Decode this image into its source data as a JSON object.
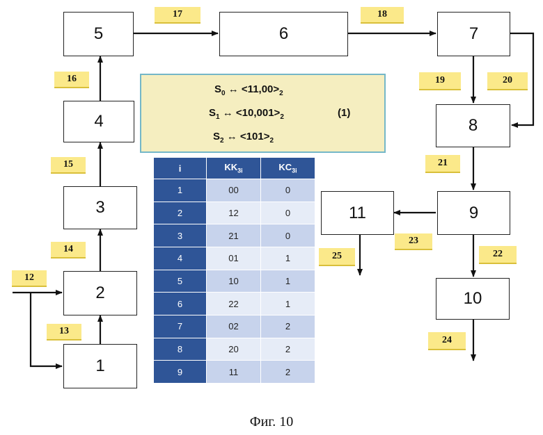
{
  "blocks": {
    "b1": "1",
    "b2": "2",
    "b3": "3",
    "b4": "4",
    "b5": "5",
    "b6": "6",
    "b7": "7",
    "b8": "8",
    "b9": "9",
    "b10": "10",
    "b11": "11"
  },
  "tags": {
    "t12": "12",
    "t13": "13",
    "t14": "14",
    "t15": "15",
    "t16": "16",
    "t17": "17",
    "t18": "18",
    "t19": "19",
    "t20": "20",
    "t21": "21",
    "t22": "22",
    "t23": "23",
    "t24": "24",
    "t25": "25"
  },
  "formula": {
    "s0_sym": "S",
    "s0_idx": "0",
    "s0_code": "<11,00>",
    "s0_base": "2",
    "s1_sym": "S",
    "s1_idx": "1",
    "s1_code": "<10,001>",
    "s1_base": "2",
    "s2_sym": "S",
    "s2_idx": "2",
    "s2_code": "<101>",
    "s2_base": "2",
    "arrow": "↔",
    "number": "(1)"
  },
  "table": {
    "h_i": "i",
    "h_kk": "KK",
    "h_kk_sub": "3i",
    "h_kc": "KC",
    "h_kc_sub": "3i",
    "rows": [
      {
        "i": "1",
        "kk": "00",
        "kc": "0"
      },
      {
        "i": "2",
        "kk": "12",
        "kc": "0"
      },
      {
        "i": "3",
        "kk": "21",
        "kc": "0"
      },
      {
        "i": "4",
        "kk": "01",
        "kc": "1"
      },
      {
        "i": "5",
        "kk": "10",
        "kc": "1"
      },
      {
        "i": "6",
        "kk": "22",
        "kc": "1"
      },
      {
        "i": "7",
        "kk": "02",
        "kc": "2"
      },
      {
        "i": "8",
        "kk": "20",
        "kc": "2"
      },
      {
        "i": "9",
        "kk": "11",
        "kc": "2"
      }
    ]
  },
  "caption": "Фиг. 10",
  "colors": {
    "tag": "#fbe98a",
    "formula_bg": "#f5eec0",
    "formula_border": "#74b7c8",
    "table_header": "#2f5597",
    "row_odd": "#c7d3ec",
    "row_even": "#e6ecf7"
  }
}
